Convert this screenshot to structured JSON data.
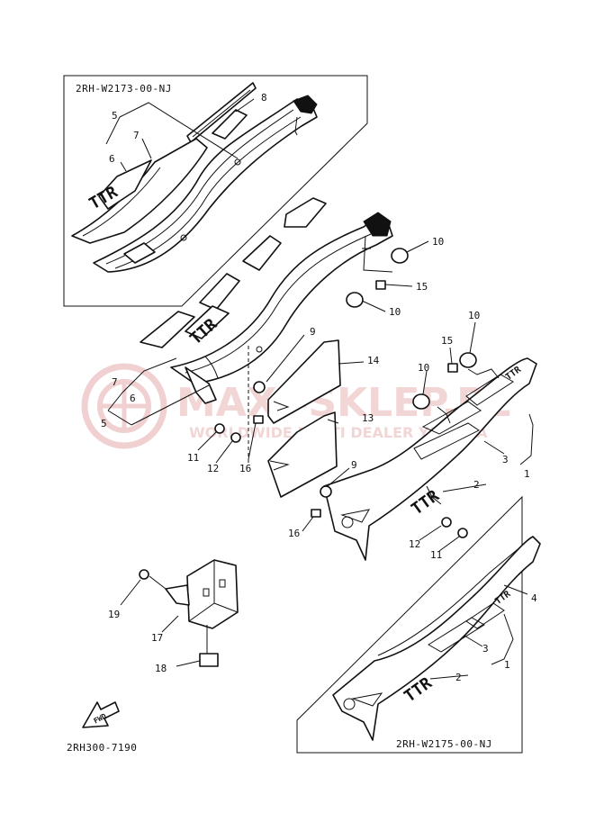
{
  "diagram": {
    "top_box_code": "2RH-W2173-00-NJ",
    "bottom_box_code": "2RH-W2175-00-NJ",
    "footer_code": "2RH300-7190",
    "arrow_label": "FWD",
    "watermark": {
      "brand": "MAXI-SKLEP.PL",
      "tagline": "WORLDWIDE MULTI DEALER YAMAHA"
    },
    "decal_text": "TTR",
    "callouts": [
      {
        "id": "c5-top",
        "label": "5"
      },
      {
        "id": "c7-top",
        "label": "7"
      },
      {
        "id": "c6-top",
        "label": "6"
      },
      {
        "id": "c8-top",
        "label": "8"
      },
      {
        "id": "c10-a",
        "label": "10"
      },
      {
        "id": "c15-a",
        "label": "15"
      },
      {
        "id": "c10-b",
        "label": "10"
      },
      {
        "id": "c9-a",
        "label": "9"
      },
      {
        "id": "c14",
        "label": "14"
      },
      {
        "id": "c7-mid",
        "label": "7"
      },
      {
        "id": "c6-mid",
        "label": "6"
      },
      {
        "id": "c5-mid",
        "label": "5"
      },
      {
        "id": "c13",
        "label": "13"
      },
      {
        "id": "c11-a",
        "label": "11"
      },
      {
        "id": "c12-a",
        "label": "12"
      },
      {
        "id": "c16-a",
        "label": "16"
      },
      {
        "id": "c10-c",
        "label": "10"
      },
      {
        "id": "c15-b",
        "label": "15"
      },
      {
        "id": "c10-d",
        "label": "10"
      },
      {
        "id": "c3-mid",
        "label": "3"
      },
      {
        "id": "c1-mid",
        "label": "1"
      },
      {
        "id": "c2-mid",
        "label": "2"
      },
      {
        "id": "c9-b",
        "label": "9"
      },
      {
        "id": "c16-b",
        "label": "16"
      },
      {
        "id": "c12-b",
        "label": "12"
      },
      {
        "id": "c11-b",
        "label": "11"
      },
      {
        "id": "c19",
        "label": "19"
      },
      {
        "id": "c17",
        "label": "17"
      },
      {
        "id": "c18",
        "label": "18"
      },
      {
        "id": "c4",
        "label": "4"
      },
      {
        "id": "c3-bot",
        "label": "3"
      },
      {
        "id": "c1-bot",
        "label": "1"
      },
      {
        "id": "c2-bot",
        "label": "2"
      }
    ]
  }
}
